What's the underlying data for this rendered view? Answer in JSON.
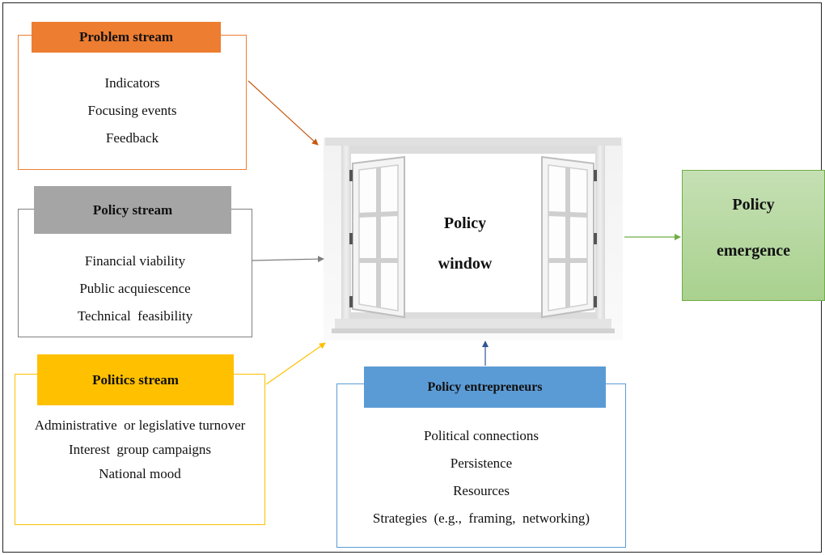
{
  "problem_stream": {
    "title": "Problem stream",
    "items": [
      "Indicators",
      "Focusing events",
      "Feedback"
    ],
    "color": "#ED7D31"
  },
  "policy_stream": {
    "title": "Policy stream",
    "items": [
      "Financial viability",
      "Public acquiescence",
      "Technical  feasibility"
    ],
    "color": "#A5A5A5"
  },
  "politics_stream": {
    "title": "Politics stream",
    "items": [
      "Administrative  or legislative turnover",
      "Interest  group campaigns",
      "National mood"
    ],
    "color": "#FFC000"
  },
  "policy_entrepreneurs": {
    "title": "Policy entrepreneurs",
    "items": [
      "Political connections",
      "Persistence",
      "Resources",
      "Strategies  (e.g.,  framing,  networking)"
    ],
    "color": "#5B9BD5"
  },
  "policy_window": {
    "label_line1": "Policy",
    "label_line2": "window",
    "icon": "open-window-icon"
  },
  "policy_emergence": {
    "label_line1": "Policy",
    "label_line2": "emergence",
    "color": "#A9D18E"
  }
}
